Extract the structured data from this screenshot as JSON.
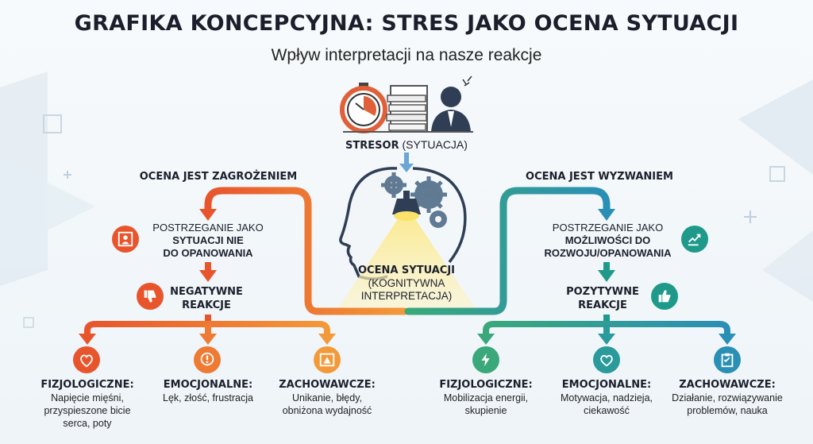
{
  "title": "GRAFIKA KONCEPCYJNA: STRES JAKO OCENA SYTUACJI",
  "subtitle": "Wpływ interpretacji na nasze reakcje",
  "stressor": {
    "bold": "STRESOR",
    "normal": "(SYTUACJA)"
  },
  "center": {
    "line1": "OCENA SYTUACJI",
    "line2": "(KOGNITYWNA",
    "line3": "INTERPRETACJA)"
  },
  "left": {
    "header": "OCENA JEST ZAGROŻENIEM",
    "perception": {
      "line1": "POSTRZEGANIE JAKO",
      "line2": "SYTUACJI NIE",
      "line3": "DO OPANOWANIA"
    },
    "reaction": {
      "line1": "NEGATYWNE",
      "line2": "REAKCJE"
    },
    "outcomes": [
      {
        "title": "FIZJOLOGICZNE:",
        "lines": [
          "Napięcie mięśni,",
          "przyspieszone bicie",
          "serca, poty"
        ]
      },
      {
        "title": "EMOCJONALNE:",
        "lines": [
          "Lęk, złość, frustracja"
        ]
      },
      {
        "title": "ZACHOWAWCZE:",
        "lines": [
          "Unikanie, błędy,",
          "obniżona wydajność"
        ]
      }
    ]
  },
  "right": {
    "header": "OCENA JEST WYZWANIEM",
    "perception": {
      "line1": "POSTRZEGANIE JAKO",
      "line2": "MOŻLIWOŚCI DO",
      "line3": "ROZWOJU/OPANOWANIA"
    },
    "reaction": {
      "line1": "POZYTYWNE",
      "line2": "REAKCJE"
    },
    "outcomes": [
      {
        "title": "FIZJOLOGICZNE:",
        "lines": [
          "Mobilizacja energii,",
          "skupienie"
        ]
      },
      {
        "title": "EMOCJONALNE:",
        "lines": [
          "Motywacja, nadzieja,",
          "ciekawość"
        ]
      },
      {
        "title": "ZACHOWAWCZE:",
        "lines": [
          "Działanie, rozwiązywanie",
          "problemów, nauka"
        ]
      }
    ]
  },
  "colors": {
    "threat": "#e8552d",
    "threat_light": "#f08a33",
    "challenge": "#1f9a8a",
    "challenge_blue": "#2a8fb5",
    "gear": "#5f7a92",
    "light": "#f7e07a"
  },
  "icons": [
    "stopwatch-icon",
    "papers-icon",
    "stressed-person-icon",
    "head-gears-icon",
    "lightbulb-icon",
    "person-cage-icon",
    "thumbs-down-icon",
    "heart-organ-icon",
    "exclamation-head-icon",
    "warning-window-icon",
    "growth-hand-icon",
    "thumbs-up-icon",
    "lightning-icon",
    "heart-icon",
    "clipboard-icon"
  ]
}
